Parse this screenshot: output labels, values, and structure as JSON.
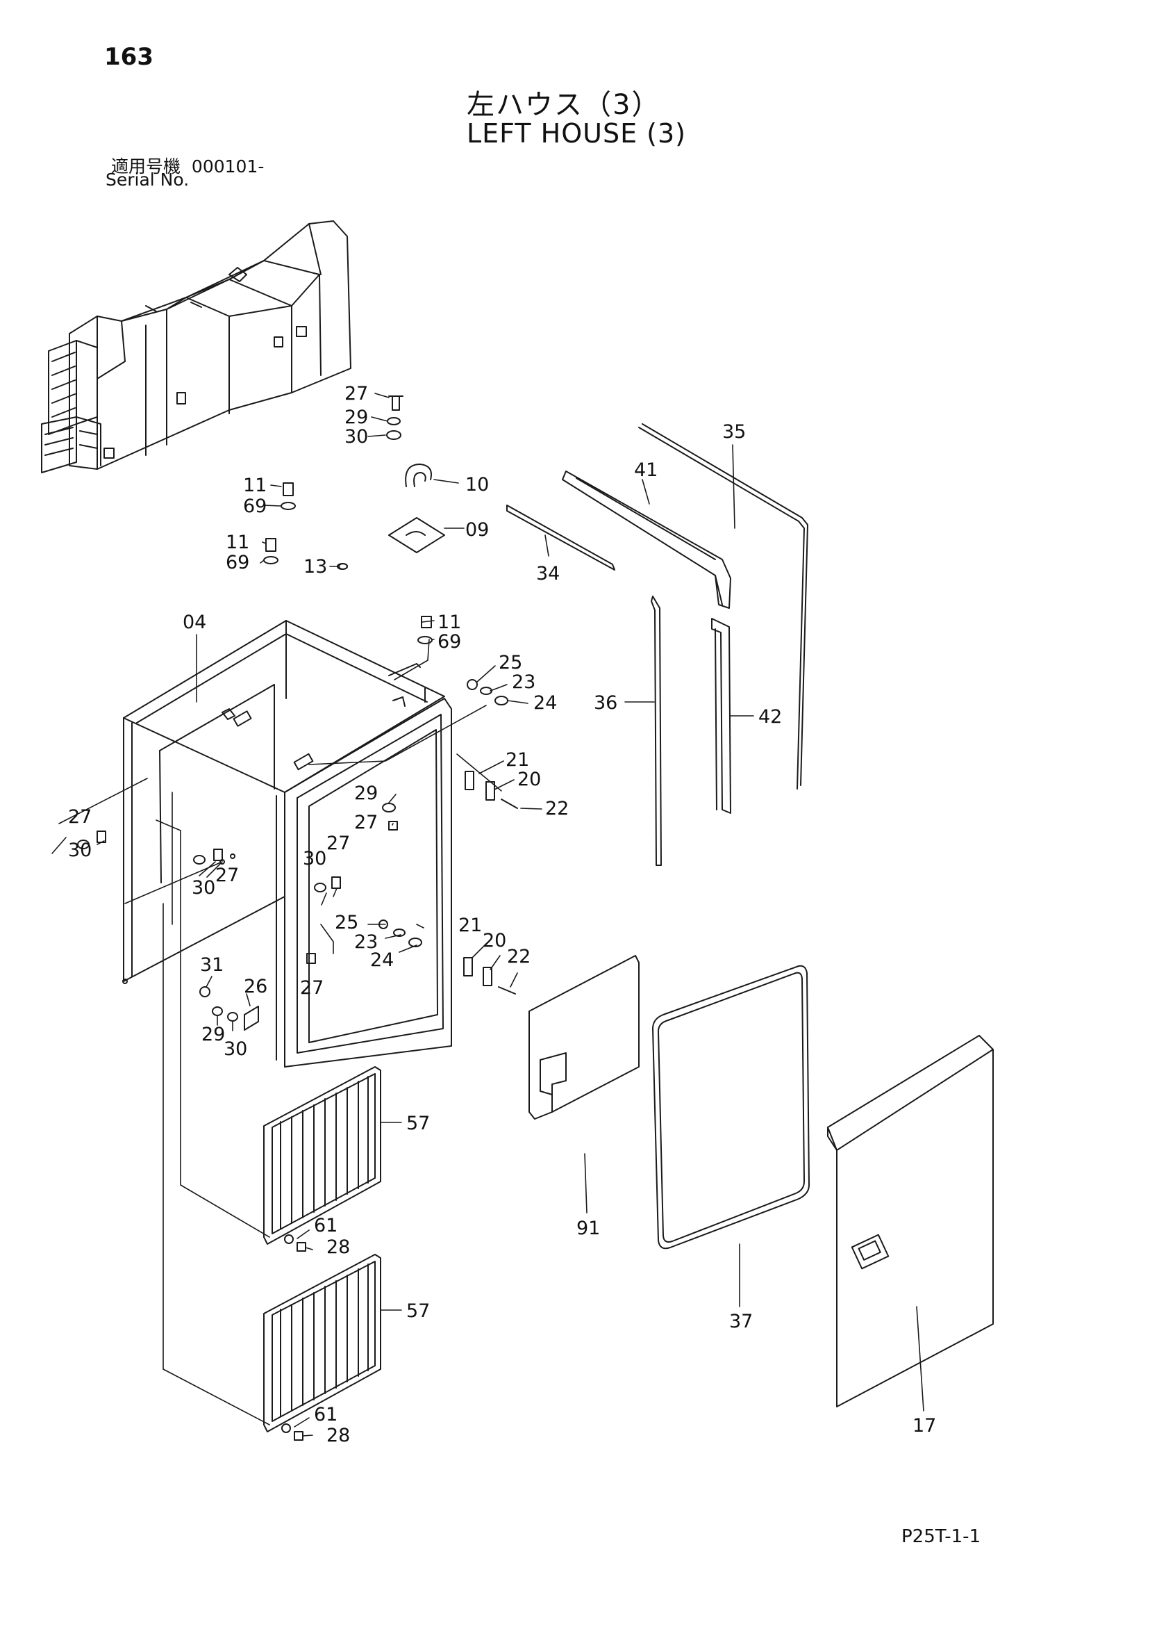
{
  "header": {
    "page_number": "163",
    "title_jp": "左ハウス（3）",
    "title_en": "LEFT HOUSE (3)",
    "serial_label_jp": "適用号機",
    "serial_value": "000101-",
    "serial_label_en": "Serial No."
  },
  "footer": {
    "doc_code": "P25T-1-1"
  },
  "callouts": {
    "c27a": "27",
    "c29a": "29",
    "c30a": "30",
    "c10": "10",
    "c09": "09",
    "c11a": "11",
    "c69a": "69",
    "c11b": "11",
    "c69b": "69",
    "c13": "13",
    "c04": "04",
    "c11c": "11",
    "c69c": "69",
    "c25a": "25",
    "c23a": "23",
    "c24a": "24",
    "c21a": "21",
    "c20a": "20",
    "c22a": "22",
    "c29b": "29",
    "c27b": "27",
    "c30b": "30",
    "c27c": "27",
    "c30c": "30",
    "c27d": "27",
    "c30d": "30",
    "c27e": "27",
    "c25b": "25",
    "c23b": "23",
    "c24b": "24",
    "c21b": "21",
    "c20b": "20",
    "c22b": "22",
    "c27f": "27",
    "c31": "31",
    "c26": "26",
    "c29c": "29",
    "c30e": "30",
    "c57a": "57",
    "c61a": "61",
    "c28a": "28",
    "c57b": "57",
    "c61b": "61",
    "c28b": "28",
    "c35": "35",
    "c41": "41",
    "c34": "34",
    "c36": "36",
    "c42": "42",
    "c91": "91",
    "c37": "37",
    "c17": "17"
  }
}
